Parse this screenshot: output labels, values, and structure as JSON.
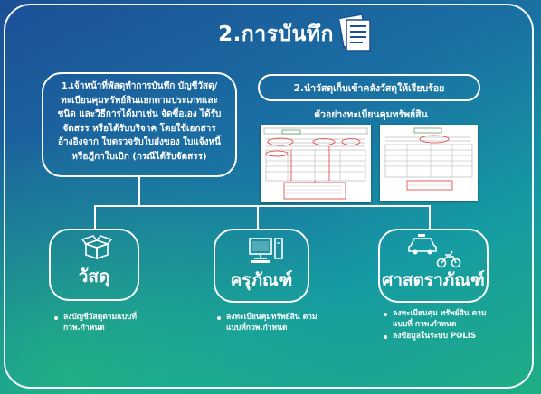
{
  "title": "2.การบันทึก",
  "step_one": {
    "text": "1.เจ้าหน้าที่พัสดุทำการบันทึก บัญชีวัสดุ/ทะเบียนคุมทรัพย์สินแยกตามประเภทและชนิด และวิธีการได้มาเช่น จัดซื้อเอง ได้รับจัดสรร หรือได้รับบริจาค โดยใช้เอกสารอ้างอิงจาก ใบตรวจรับใบส่งของ ใบแจ้งหนี้หรือฎีกาใบเบิก (กรณีได้รับจัดสรร)"
  },
  "step_two": {
    "text": "2.นำวัสดุเก็บเข้าคลังวัสดุให้เรียบร้อย"
  },
  "example": {
    "label": "ตัวอย่างทะเบียนคุมทรัพย์สิน"
  },
  "categories": [
    {
      "name": "วัสดุ",
      "icon": "box-icon",
      "bullets": [
        "ลงบัญชีวัสดุตามแบบที่ กวพ.กำหนด"
      ]
    },
    {
      "name": "ครุภัณฑ์",
      "icon": "computer-icon",
      "bullets": [
        "ลงทะเบียนคุมทรัพย์สิน ตามแบบที่กวพ.กำหนด"
      ]
    },
    {
      "name": "ศาสตราภัณฑ์",
      "icon": "vehicle-icon",
      "bullets": [
        "ลงทะเบียนคุม ทรัพย์สิน ตามแบบที่ กวพ.กำหนด",
        "ลงข้อมูลในระบบ POLIS"
      ]
    }
  ],
  "colors": {
    "accent_red": "#e53935",
    "line": "#ffffff"
  }
}
